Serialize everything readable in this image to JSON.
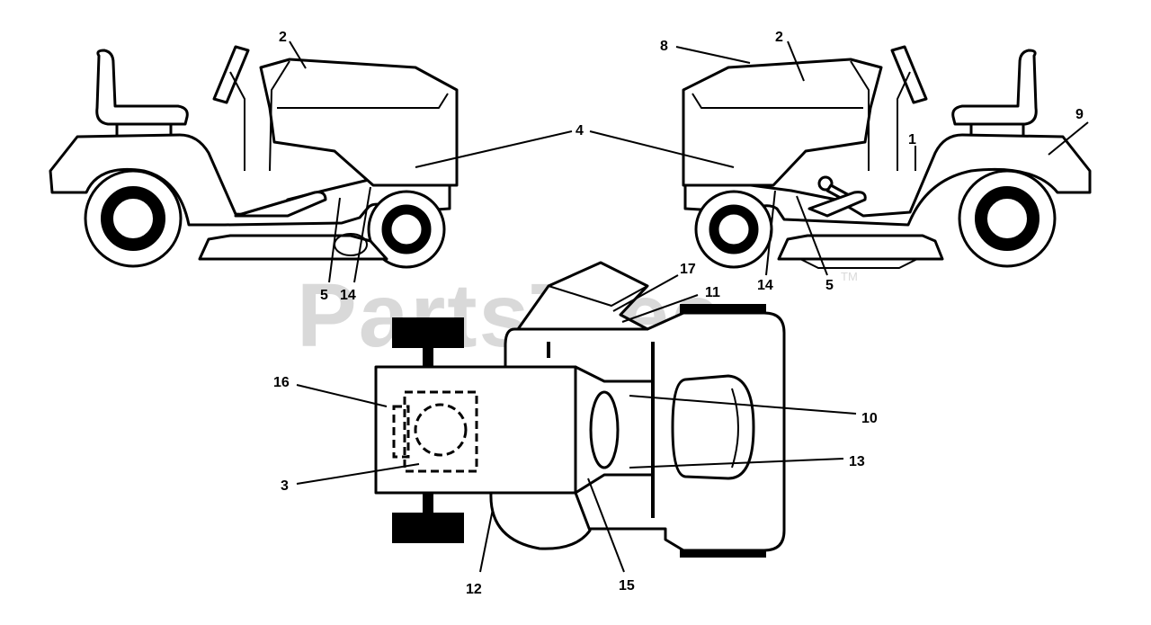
{
  "watermark": {
    "text": "PartsTree",
    "tm": "TM"
  },
  "callouts": {
    "c1": "1",
    "c2a": "2",
    "c2b": "2",
    "c3": "3",
    "c4": "4",
    "c5a": "5",
    "c5b": "5",
    "c8": "8",
    "c9": "9",
    "c10": "10",
    "c11": "11",
    "c12": "12",
    "c13": "13",
    "c14a": "14",
    "c14b": "14",
    "c15": "15",
    "c16": "16",
    "c17": "17"
  }
}
